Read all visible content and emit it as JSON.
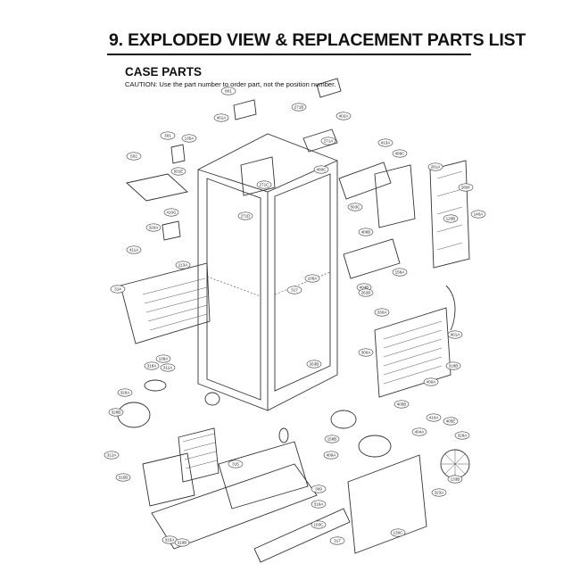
{
  "page": {
    "title": "9. EXPLODED VIEW & REPLACEMENT PARTS LIST",
    "section": "CASE PARTS",
    "caution": "CAUTION: Use the part number to order part, not the position number."
  },
  "callouts": [
    {
      "label": "801"
    },
    {
      "label": "401A"
    },
    {
      "label": "271B"
    },
    {
      "label": "402A"
    },
    {
      "label": "271A"
    },
    {
      "label": "413A"
    },
    {
      "label": "409C"
    },
    {
      "label": "281A"
    },
    {
      "label": "271C"
    },
    {
      "label": "400C"
    },
    {
      "label": "503C"
    },
    {
      "label": "271D"
    },
    {
      "label": "301"
    },
    {
      "label": "135A"
    },
    {
      "label": "502"
    },
    {
      "label": "501E"
    },
    {
      "label": "410G"
    },
    {
      "label": "320A"
    },
    {
      "label": "411A"
    },
    {
      "label": "213A"
    },
    {
      "label": "314"
    },
    {
      "label": "406B"
    },
    {
      "label": "158A"
    },
    {
      "label": "404B"
    },
    {
      "label": "108A"
    },
    {
      "label": "106A"
    },
    {
      "label": "317"
    },
    {
      "label": "280F"
    },
    {
      "label": "140A"
    },
    {
      "label": "120B"
    },
    {
      "label": "262B"
    },
    {
      "label": "330A"
    },
    {
      "label": "401A"
    },
    {
      "label": "400A"
    },
    {
      "label": "318B"
    },
    {
      "label": "300A"
    },
    {
      "label": "263B"
    },
    {
      "label": "318A"
    },
    {
      "label": "311A"
    },
    {
      "label": "326A"
    },
    {
      "label": "405B"
    },
    {
      "label": "405E"
    },
    {
      "label": "410A"
    },
    {
      "label": "404A"
    },
    {
      "label": "329A"
    },
    {
      "label": "133B"
    },
    {
      "label": "323A"
    },
    {
      "label": "409A"
    },
    {
      "label": "158B"
    },
    {
      "label": "319A"
    },
    {
      "label": "309"
    },
    {
      "label": "103C"
    },
    {
      "label": "317"
    },
    {
      "label": "130C"
    },
    {
      "label": "315"
    },
    {
      "label": "315A"
    },
    {
      "label": "319B"
    },
    {
      "label": "312A"
    },
    {
      "label": "328B"
    },
    {
      "label": "315B"
    }
  ]
}
